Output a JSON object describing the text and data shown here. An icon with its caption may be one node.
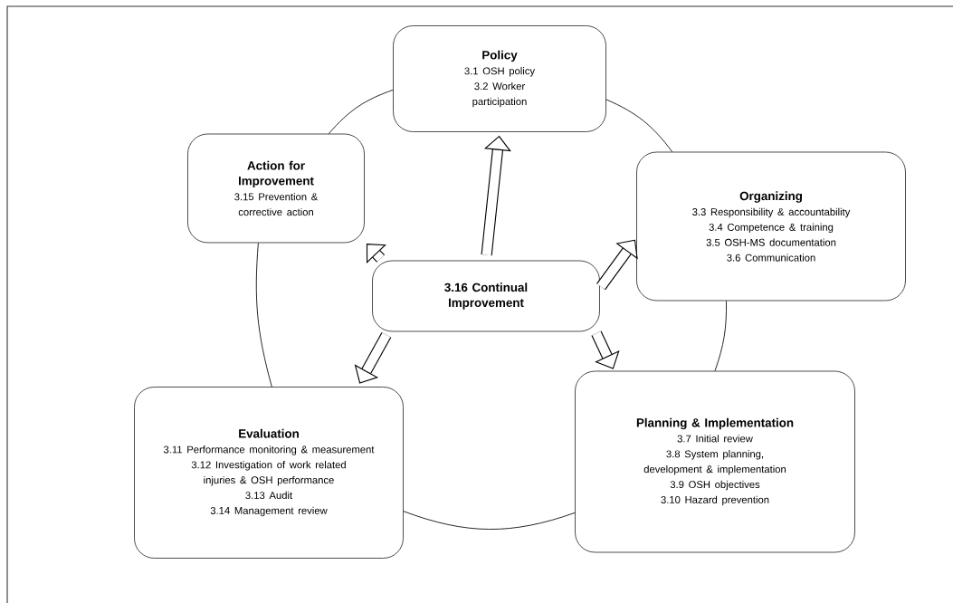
{
  "diagram": {
    "nodes": [
      {
        "text": [
          "Policy",
          "3.1 OSH policy",
          "3.2 Worker participation"
        ]
      },
      {
        "text": [
          "Action for Improvement",
          "3.15 Prevention & corrective action"
        ]
      },
      {
        "text": [
          "Organizing",
          "3.3 Responsibility & accountability",
          "3.4 Competence & training",
          "3.5 OSH-MS documentation",
          "3.6 Communication"
        ]
      },
      {
        "text": [
          "3.16 Continual Improvement"
        ]
      },
      {
        "text": [
          "Evaluation",
          "3.11 Performance monitoring & measurement",
          "3.12 Investigation of work related injuries & OSH performance",
          "3.13 Audit",
          "3.14 Management review"
        ]
      },
      {
        "text": [
          "Planning & Implementation",
          "3.7 Initial review",
          "3.8 System planning, development & implementation",
          "3.9 OSH objectives",
          "3.10 Hazard prevention"
        ]
      }
    ],
    "edges": [
      {
        "from": 0,
        "to": 2,
        "arrow": "none"
      },
      {
        "from": 2,
        "to": 5,
        "arrow": "none"
      },
      {
        "from": 5,
        "to": 4,
        "arrow": "none"
      },
      {
        "from": 4,
        "to": 1,
        "arrow": "none"
      },
      {
        "from": 1,
        "to": 0,
        "arrow": "none"
      },
      {
        "from": 3,
        "to": 0,
        "arrow": "to",
        "style": "thick"
      },
      {
        "from": 3,
        "to": 1,
        "arrow": "to",
        "style": "thick"
      },
      {
        "from": 3,
        "to": 2,
        "arrow": "to",
        "style": "thick"
      },
      {
        "from": 3,
        "to": 5,
        "arrow": "to",
        "style": "thick"
      },
      {
        "from": 3,
        "to": 4,
        "arrow": "to",
        "style": "thick"
      }
    ]
  }
}
